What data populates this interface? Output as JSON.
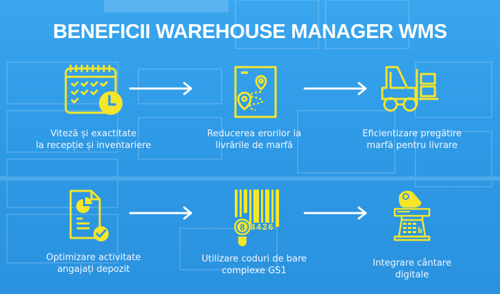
{
  "title": "BENEFICII WAREHOUSE MANAGER WMS",
  "colors": {
    "background": "#3299e4",
    "accent_yellow": "#f5e62a",
    "text": "#ffffff"
  },
  "benefits": [
    {
      "icon": "calendar-checklist-clock-icon",
      "line1": "Viteză și exactitate",
      "line2": "la recepție și inventariere"
    },
    {
      "icon": "delivery-map-route-icon",
      "line1": "Reducerea erorilor la",
      "line2": "livrările de marfă"
    },
    {
      "icon": "forklift-boxes-icon",
      "line1": "Eficientizare pregătire",
      "line2": "marfă pentru livrare"
    },
    {
      "icon": "report-document-check-icon",
      "line1": "Optimizare activitate",
      "line2": "angajați depozit"
    },
    {
      "icon": "barcode-gs1-icon",
      "line1": "Utilizare coduri de bare",
      "line2": "complexe GS1",
      "barcode_digit": "8",
      "barcode_number": "8426"
    },
    {
      "icon": "digital-scale-icon",
      "line1": "Integrare cântare",
      "line2": "digitale"
    }
  ],
  "arrows": [
    "arrow-right-icon",
    "arrow-right-icon",
    "arrow-right-icon",
    "arrow-right-icon"
  ]
}
